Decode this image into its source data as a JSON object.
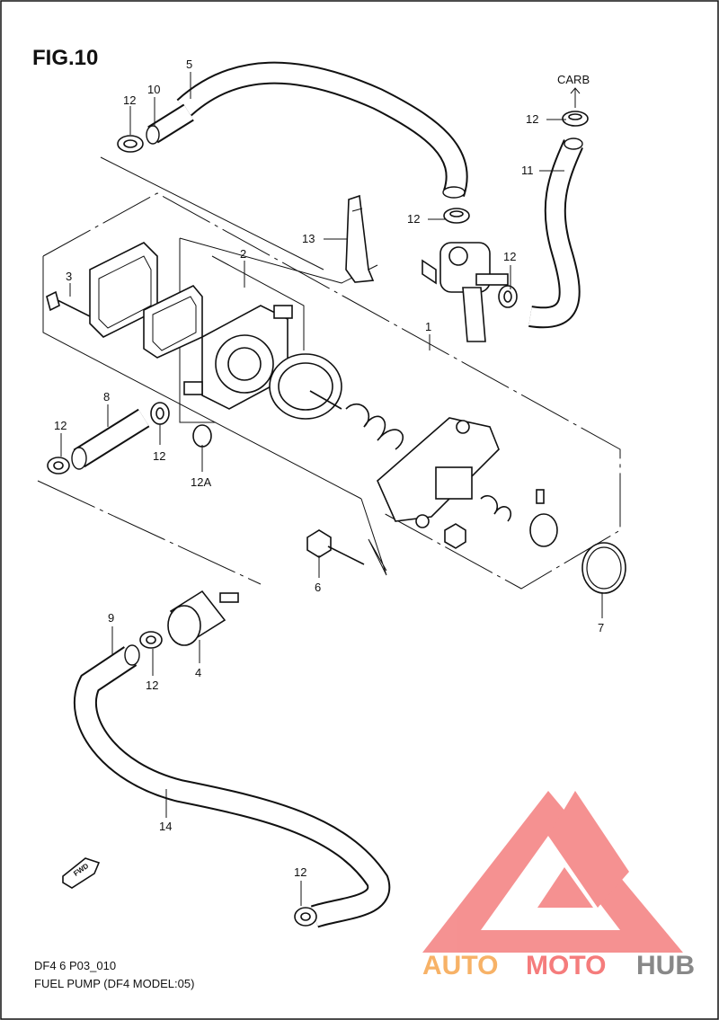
{
  "figure": {
    "title": "FIG.10"
  },
  "footer": {
    "code": "DF4 6 P03_010",
    "caption": "FUEL PUMP (DF4 MODEL:05)"
  },
  "carb_label": "CARB",
  "fwd_label": "FWD",
  "watermark": {
    "part1": "AUTO",
    "part2": "MOTO",
    "part3": "HUB",
    "color_part1": "#f7b267",
    "color_part2": "#f57c7c",
    "color_part3": "#888888",
    "logo_color": "#f26d6d"
  },
  "callouts": {
    "c5": "5",
    "c10": "10",
    "c12_topleft": "12",
    "c12_carb": "12",
    "c11": "11",
    "c12_valve_top": "12",
    "c13": "13",
    "c12_valve_side": "12",
    "c1": "1",
    "c3": "3",
    "c2": "2",
    "c8": "8",
    "c12_hose8_left": "12",
    "c12_hose8_right": "12",
    "c12A": "12A",
    "c6": "6",
    "c7": "7",
    "c9": "9",
    "c4": "4",
    "c12_filter": "12",
    "c14": "14",
    "c12_bottom": "12"
  }
}
